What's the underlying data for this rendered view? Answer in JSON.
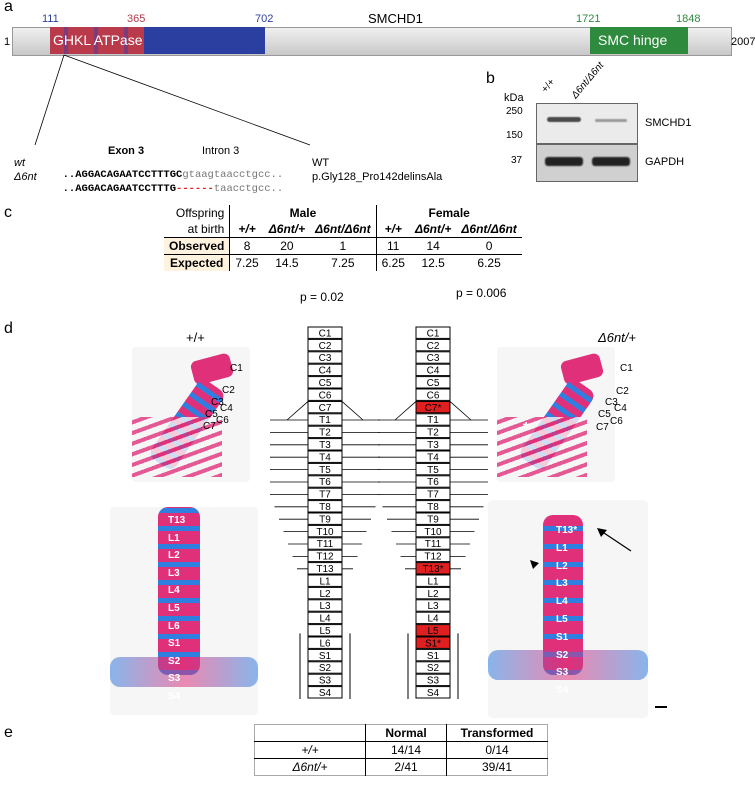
{
  "panels": {
    "a": "a",
    "b": "b",
    "c": "c",
    "d": "d",
    "e": "e"
  },
  "protein": {
    "name": "SMCHD1",
    "start": "1",
    "end": "2007",
    "positions": {
      "p111": "111",
      "p365": "365",
      "p702": "702",
      "p1721": "1721",
      "p1848": "1848"
    },
    "domain_atpase": "GHKL ATPase",
    "domain_hinge": "SMC hinge",
    "colors": {
      "atpase": "#2b3fa0",
      "atpase_red": "#b83a4b",
      "hinge": "#2e8b3e",
      "bar": "#d9d9d9"
    }
  },
  "sequence": {
    "exon": "Exon 3",
    "intron": "Intron 3",
    "wt_label": "wt",
    "wt_exon": "..AGGACAGAATCCTTTGC",
    "wt_intron": "gtaagtaacctgcc..",
    "wt_result": "WT",
    "mut_label": "Δ6nt",
    "mut_exon": "..AGGACAGAATCCTTTG",
    "mut_dash": "------",
    "mut_intron": "taacctgcc..",
    "mut_result": "p.Gly128_Pro142delinsAla"
  },
  "western": {
    "kda": "kDa",
    "lanes": [
      "+/+",
      "Δ6nt/Δ6nt"
    ],
    "markers": [
      "250",
      "150",
      "37"
    ],
    "bands": [
      "SMCHD1",
      "GAPDH"
    ]
  },
  "table_c": {
    "corner": [
      "Offspring",
      "at birth"
    ],
    "groups": [
      "Male",
      "Female"
    ],
    "genotypes": [
      "+/+",
      "Δ6nt/+",
      "Δ6nt/Δ6nt",
      "+/+",
      "Δ6nt/+",
      "Δ6nt/Δ6nt"
    ],
    "rows": [
      {
        "label": "Observed",
        "values": [
          "8",
          "20",
          "1",
          "11",
          "14",
          "0"
        ]
      },
      {
        "label": "Expected",
        "values": [
          "7.25",
          "14.5",
          "7.25",
          "6.25",
          "12.5",
          "6.25"
        ]
      }
    ],
    "p_values": [
      "p = 0.02",
      "p = 0.006"
    ]
  },
  "panel_d": {
    "left_title": "+/+",
    "right_title": "Δ6nt/+",
    "left_cervical": [
      "C1",
      "C2",
      "C3",
      "C4",
      "C5",
      "C6",
      "C7"
    ],
    "right_cervical": [
      "C1",
      "C2",
      "C3",
      "C4",
      "C5",
      "C6",
      "C7"
    ],
    "asterisk": "*",
    "left_lower": [
      "T13",
      "L1",
      "L2",
      "L3",
      "L4",
      "L5",
      "L6",
      "S1",
      "S2",
      "S3",
      "S4"
    ],
    "right_lower": [
      "T13*",
      "L1",
      "L2",
      "L3",
      "L4",
      "L5",
      "S1",
      "S2",
      "S3",
      "S4"
    ],
    "wt_vertebrae": [
      "C1",
      "C2",
      "C3",
      "C4",
      "C5",
      "C6",
      "C7",
      "T1",
      "T2",
      "T3",
      "T4",
      "T5",
      "T6",
      "T7",
      "T8",
      "T9",
      "T10",
      "T11",
      "T12",
      "T13",
      "L1",
      "L2",
      "L3",
      "L4",
      "L5",
      "L6",
      "S1",
      "S2",
      "S3",
      "S4"
    ],
    "mut_vertebrae": [
      "C1",
      "C2",
      "C3",
      "C4",
      "C5",
      "C6",
      "C7*",
      "T1",
      "T2",
      "T3",
      "T4",
      "T5",
      "T6",
      "T7",
      "T8",
      "T9",
      "T10",
      "T11",
      "T12",
      "T13*",
      "L1",
      "L2",
      "L3",
      "L4",
      "L5",
      "S1*",
      "S1",
      "S2",
      "S3",
      "S4"
    ],
    "highlight": [
      6,
      19,
      24,
      25
    ],
    "highlight_color": "#e02020",
    "stain_colors": {
      "cartilage": "#2f7fe0",
      "bone": "#e0307a",
      "background": "#f4f4f4"
    }
  },
  "table_e": {
    "headers": [
      "",
      "Normal",
      "Transformed"
    ],
    "rows": [
      {
        "label": "+/+",
        "values": [
          "14/14",
          "0/14"
        ]
      },
      {
        "label": "Δ6nt/+",
        "values": [
          "2/41",
          "39/41"
        ]
      }
    ]
  }
}
